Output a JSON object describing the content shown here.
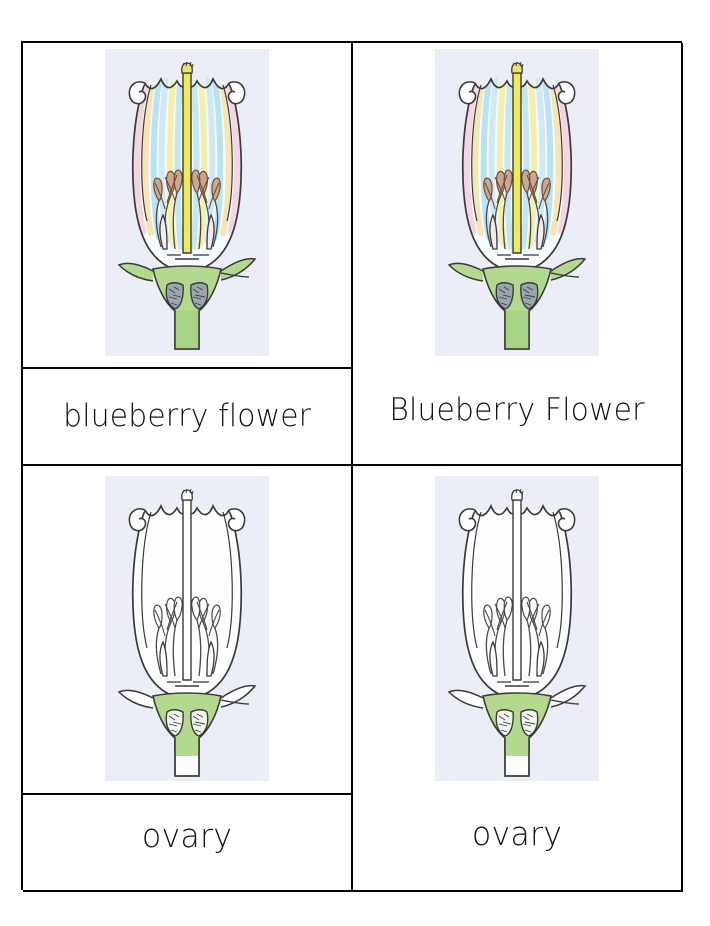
{
  "document": {
    "type": "three-part-nomenclature-cards",
    "subject": "Blueberry Flower",
    "page_background": "#ffffff",
    "border_color": "#000000"
  },
  "palette": {
    "scan_background": "#eceef7",
    "ink": "#3a3a3a",
    "petal_blue": "#bfe3f2",
    "petal_pink": "#f7dce6",
    "petal_yellow": "#f3ef9a",
    "style_yellow": "#f0ea5a",
    "ovary_green": "#b3d98f",
    "sepal_green": "#b3d98f",
    "anther_brown": "#b08a72",
    "seed_grey": "#8f9aa3"
  },
  "cards": [
    {
      "id": "card-1",
      "row": 1,
      "column": 1,
      "kind": "picture-and-label",
      "has_divider": true,
      "label": "blueberry flower",
      "figure": {
        "name": "blueberry-flower-colored-diagram",
        "colored": true,
        "highlight_part": "whole-flower",
        "alt": "Longitudinal cross-section drawing of a blueberry flower, colored"
      }
    },
    {
      "id": "card-2",
      "row": 1,
      "column": 2,
      "kind": "picture-card",
      "has_divider": false,
      "label": "Blueberry Flower",
      "figure": {
        "name": "blueberry-flower-colored-diagram",
        "colored": true,
        "highlight_part": "whole-flower",
        "alt": "Longitudinal cross-section drawing of a blueberry flower, colored"
      }
    },
    {
      "id": "card-3",
      "row": 2,
      "column": 1,
      "kind": "picture-and-label",
      "has_divider": true,
      "label": "ovary",
      "figure": {
        "name": "blueberry-flower-ovary-diagram",
        "colored": false,
        "highlight_part": "ovary",
        "alt": "Outline drawing of blueberry flower with the ovary shaded green"
      }
    },
    {
      "id": "card-4",
      "row": 2,
      "column": 2,
      "kind": "picture-card",
      "has_divider": false,
      "label": "ovary",
      "figure": {
        "name": "blueberry-flower-ovary-diagram",
        "colored": false,
        "highlight_part": "ovary",
        "alt": "Outline drawing of blueberry flower with the ovary shaded green"
      }
    }
  ]
}
